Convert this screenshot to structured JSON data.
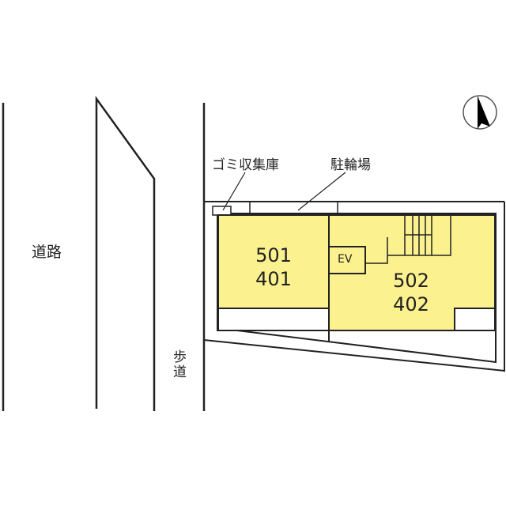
{
  "labels": {
    "road": "道路",
    "sidewalk": "歩道",
    "garbage": "ゴミ収集庫",
    "bicycle_parking": "駐輪場",
    "elevator": "EV"
  },
  "units": [
    {
      "line1": "501",
      "line2": "401"
    },
    {
      "line1": "502",
      "line2": "402"
    }
  ],
  "compass": {
    "direction": "north-arrow"
  },
  "colors": {
    "unit_fill": "#fbf18f",
    "line": "#222222"
  }
}
